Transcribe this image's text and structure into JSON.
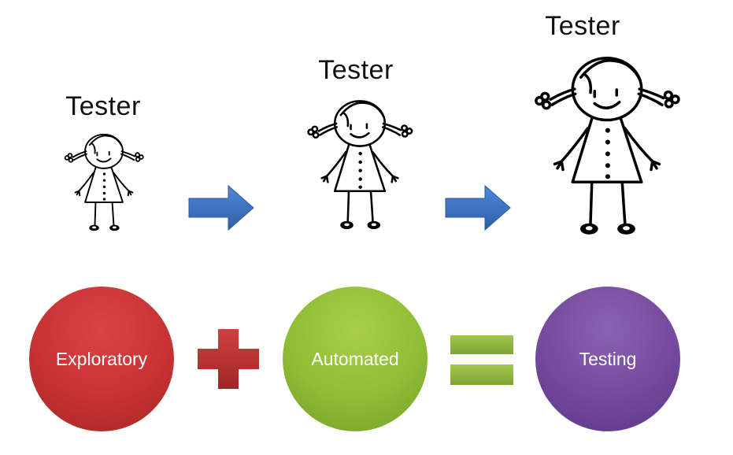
{
  "stages": [
    {
      "label": "Tester"
    },
    {
      "label": "Tester"
    },
    {
      "label": "Tester"
    }
  ],
  "equation": {
    "term1": "Exploratory",
    "term2": "Automated",
    "result": "Testing",
    "operator_plus": "plus-icon",
    "operator_equals": "equals-icon"
  },
  "colors": {
    "arrow": "#3e74c2",
    "exploratory": "#c83232",
    "automated": "#8fbd35",
    "testing": "#74499e",
    "plus": "#c23434",
    "equals": "#8db43a"
  }
}
